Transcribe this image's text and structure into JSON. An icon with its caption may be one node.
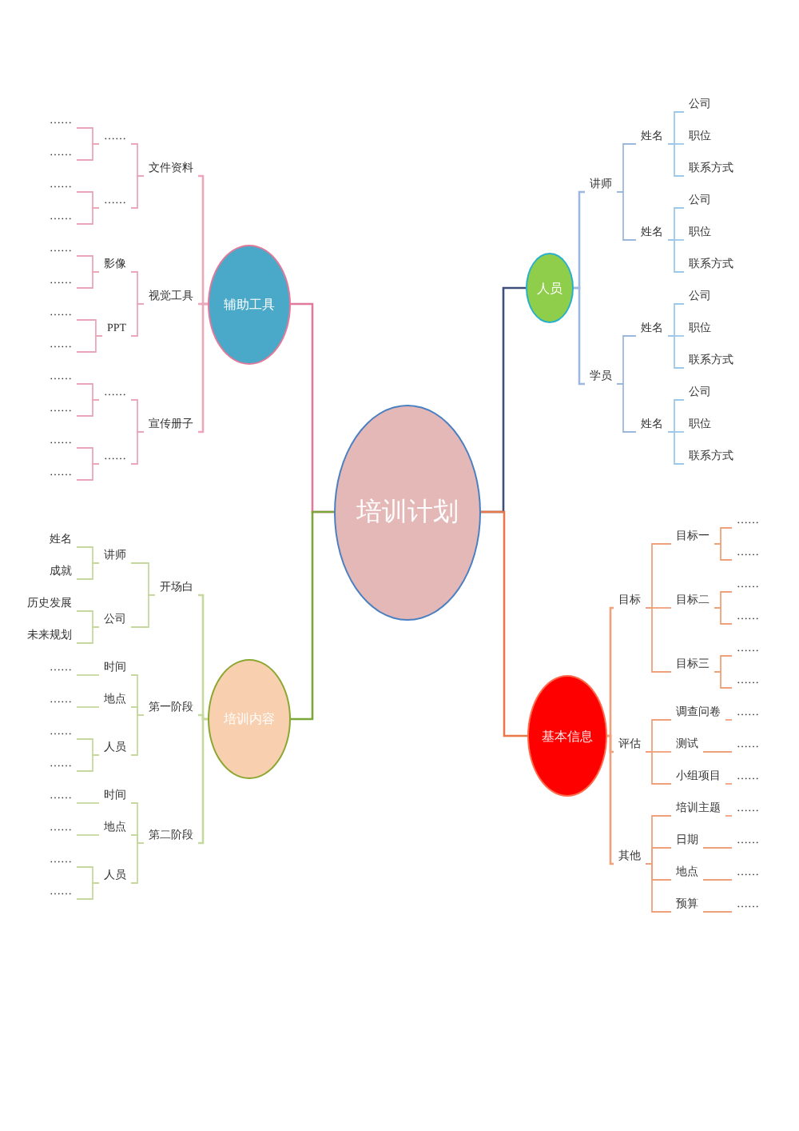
{
  "diagram": {
    "nodes": [
      {
        "text": [
          "培训计划"
        ]
      },
      {
        "text": [
          "辅助工具"
        ]
      },
      {
        "text": [
          "文件资料"
        ]
      },
      {
        "text": [
          "……"
        ]
      },
      {
        "text": [
          "……"
        ]
      },
      {
        "text": [
          "……"
        ]
      },
      {
        "text": [
          "……"
        ]
      },
      {
        "text": [
          "……"
        ]
      },
      {
        "text": [
          "……"
        ]
      },
      {
        "text": [
          "视觉工具"
        ]
      },
      {
        "text": [
          "影像"
        ]
      },
      {
        "text": [
          "……"
        ]
      },
      {
        "text": [
          "……"
        ]
      },
      {
        "text": [
          "PPT"
        ]
      },
      {
        "text": [
          "……"
        ]
      },
      {
        "text": [
          "……"
        ]
      },
      {
        "text": [
          "宣传册子"
        ]
      },
      {
        "text": [
          "……"
        ]
      },
      {
        "text": [
          "……"
        ]
      },
      {
        "text": [
          "……"
        ]
      },
      {
        "text": [
          "……"
        ]
      },
      {
        "text": [
          "……"
        ]
      },
      {
        "text": [
          "……"
        ]
      },
      {
        "text": [
          "人员"
        ]
      },
      {
        "text": [
          "讲师"
        ]
      },
      {
        "text": [
          "姓名"
        ]
      },
      {
        "text": [
          "公司"
        ]
      },
      {
        "text": [
          "职位"
        ]
      },
      {
        "text": [
          "联系方式"
        ]
      },
      {
        "text": [
          "姓名"
        ]
      },
      {
        "text": [
          "公司"
        ]
      },
      {
        "text": [
          "职位"
        ]
      },
      {
        "text": [
          "联系方式"
        ]
      },
      {
        "text": [
          "学员"
        ]
      },
      {
        "text": [
          "姓名"
        ]
      },
      {
        "text": [
          "公司"
        ]
      },
      {
        "text": [
          "职位"
        ]
      },
      {
        "text": [
          "联系方式"
        ]
      },
      {
        "text": [
          "姓名"
        ]
      },
      {
        "text": [
          "公司"
        ]
      },
      {
        "text": [
          "职位"
        ]
      },
      {
        "text": [
          "联系方式"
        ]
      },
      {
        "text": [
          "培训内容"
        ]
      },
      {
        "text": [
          "开场白"
        ]
      },
      {
        "text": [
          "讲师"
        ]
      },
      {
        "text": [
          "姓名"
        ]
      },
      {
        "text": [
          "成就"
        ]
      },
      {
        "text": [
          "公司"
        ]
      },
      {
        "text": [
          "历史发展"
        ]
      },
      {
        "text": [
          "未来规划"
        ]
      },
      {
        "text": [
          "第一阶段"
        ]
      },
      {
        "text": [
          "时间"
        ]
      },
      {
        "text": [
          "……"
        ]
      },
      {
        "text": [
          "地点"
        ]
      },
      {
        "text": [
          "……"
        ]
      },
      {
        "text": [
          "人员"
        ]
      },
      {
        "text": [
          "……"
        ]
      },
      {
        "text": [
          "……"
        ]
      },
      {
        "text": [
          "第二阶段"
        ]
      },
      {
        "text": [
          "时间"
        ]
      },
      {
        "text": [
          "……"
        ]
      },
      {
        "text": [
          "地点"
        ]
      },
      {
        "text": [
          "……"
        ]
      },
      {
        "text": [
          "人员"
        ]
      },
      {
        "text": [
          "……"
        ]
      },
      {
        "text": [
          "……"
        ]
      },
      {
        "text": [
          "基本信息"
        ]
      },
      {
        "text": [
          "目标"
        ]
      },
      {
        "text": [
          "目标一"
        ]
      },
      {
        "text": [
          "……"
        ]
      },
      {
        "text": [
          "……"
        ]
      },
      {
        "text": [
          "目标二"
        ]
      },
      {
        "text": [
          "……"
        ]
      },
      {
        "text": [
          "……"
        ]
      },
      {
        "text": [
          "目标三"
        ]
      },
      {
        "text": [
          "……"
        ]
      },
      {
        "text": [
          "……"
        ]
      },
      {
        "text": [
          "评估"
        ]
      },
      {
        "text": [
          "调查问卷"
        ]
      },
      {
        "text": [
          "……"
        ]
      },
      {
        "text": [
          "测试"
        ]
      },
      {
        "text": [
          "……"
        ]
      },
      {
        "text": [
          "小组项目"
        ]
      },
      {
        "text": [
          "……"
        ]
      },
      {
        "text": [
          "其他"
        ]
      },
      {
        "text": [
          "培训主题"
        ]
      },
      {
        "text": [
          "……"
        ]
      },
      {
        "text": [
          "日期"
        ]
      },
      {
        "text": [
          "……"
        ]
      },
      {
        "text": [
          "地点"
        ]
      },
      {
        "text": [
          "……"
        ]
      },
      {
        "text": [
          "预算"
        ]
      },
      {
        "text": [
          "……"
        ]
      }
    ],
    "edges": [
      {
        "from": 0,
        "to": 1,
        "arrow": "none",
        "color": "#e07a9a"
      },
      {
        "from": 1,
        "to": 2,
        "arrow": "none",
        "color": "#eba6ba"
      },
      {
        "from": 2,
        "to": 3,
        "arrow": "none",
        "color": "#eba6ba"
      },
      {
        "from": 3,
        "to": 4,
        "arrow": "none",
        "color": "#eba6ba"
      },
      {
        "from": 3,
        "to": 5,
        "arrow": "none",
        "color": "#eba6ba"
      },
      {
        "from": 2,
        "to": 6,
        "arrow": "none",
        "color": "#eba6ba"
      },
      {
        "from": 6,
        "to": 7,
        "arrow": "none",
        "color": "#eba6ba"
      },
      {
        "from": 6,
        "to": 8,
        "arrow": "none",
        "color": "#eba6ba"
      },
      {
        "from": 1,
        "to": 9,
        "arrow": "none",
        "color": "#eba6ba"
      },
      {
        "from": 9,
        "to": 10,
        "arrow": "none",
        "color": "#eba6ba"
      },
      {
        "from": 10,
        "to": 11,
        "arrow": "none",
        "color": "#eba6ba"
      },
      {
        "from": 10,
        "to": 12,
        "arrow": "none",
        "color": "#eba6ba"
      },
      {
        "from": 9,
        "to": 13,
        "arrow": "none",
        "color": "#eba6ba"
      },
      {
        "from": 13,
        "to": 14,
        "arrow": "none",
        "color": "#eba6ba"
      },
      {
        "from": 13,
        "to": 15,
        "arrow": "none",
        "color": "#eba6ba"
      },
      {
        "from": 1,
        "to": 16,
        "arrow": "none",
        "color": "#eba6ba"
      },
      {
        "from": 16,
        "to": 17,
        "arrow": "none",
        "color": "#eba6ba"
      },
      {
        "from": 17,
        "to": 18,
        "arrow": "none",
        "color": "#eba6ba"
      },
      {
        "from": 17,
        "to": 19,
        "arrow": "none",
        "color": "#eba6ba"
      },
      {
        "from": 16,
        "to": 20,
        "arrow": "none",
        "color": "#eba6ba"
      },
      {
        "from": 20,
        "to": 21,
        "arrow": "none",
        "color": "#eba6ba"
      },
      {
        "from": 20,
        "to": 22,
        "arrow": "none",
        "color": "#eba6ba"
      },
      {
        "from": 0,
        "to": 23,
        "arrow": "none",
        "color": "#3d4f7a"
      },
      {
        "from": 23,
        "to": 24,
        "arrow": "none",
        "color": "#9cb8dc"
      },
      {
        "from": 24,
        "to": 25,
        "arrow": "none",
        "color": "#9cb8dc"
      },
      {
        "from": 25,
        "to": 26,
        "arrow": "none",
        "color": "#9cc8ec"
      },
      {
        "from": 25,
        "to": 27,
        "arrow": "none",
        "color": "#9cc8ec"
      },
      {
        "from": 25,
        "to": 28,
        "arrow": "none",
        "color": "#9cc8ec"
      },
      {
        "from": 24,
        "to": 29,
        "arrow": "none",
        "color": "#9cb8dc"
      },
      {
        "from": 29,
        "to": 30,
        "arrow": "none",
        "color": "#9cc8ec"
      },
      {
        "from": 29,
        "to": 31,
        "arrow": "none",
        "color": "#9cc8ec"
      },
      {
        "from": 29,
        "to": 32,
        "arrow": "none",
        "color": "#9cc8ec"
      },
      {
        "from": 23,
        "to": 33,
        "arrow": "none",
        "color": "#9cb8dc"
      },
      {
        "from": 33,
        "to": 34,
        "arrow": "none",
        "color": "#9cb8dc"
      },
      {
        "from": 34,
        "to": 35,
        "arrow": "none",
        "color": "#9cc8ec"
      },
      {
        "from": 34,
        "to": 36,
        "arrow": "none",
        "color": "#9cc8ec"
      },
      {
        "from": 34,
        "to": 37,
        "arrow": "none",
        "color": "#9cc8ec"
      },
      {
        "from": 33,
        "to": 38,
        "arrow": "none",
        "color": "#9cb8dc"
      },
      {
        "from": 38,
        "to": 39,
        "arrow": "none",
        "color": "#9cc8ec"
      },
      {
        "from": 38,
        "to": 40,
        "arrow": "none",
        "color": "#9cc8ec"
      },
      {
        "from": 38,
        "to": 41,
        "arrow": "none",
        "color": "#9cc8ec"
      },
      {
        "from": 0,
        "to": 42,
        "arrow": "none",
        "color": "#7aa63a"
      },
      {
        "from": 42,
        "to": 43,
        "arrow": "none",
        "color": "#c5d99e"
      },
      {
        "from": 43,
        "to": 44,
        "arrow": "none",
        "color": "#c5d99e"
      },
      {
        "from": 44,
        "to": 45,
        "arrow": "none",
        "color": "#c5d99e"
      },
      {
        "from": 44,
        "to": 46,
        "arrow": "none",
        "color": "#c5d99e"
      },
      {
        "from": 43,
        "to": 47,
        "arrow": "none",
        "color": "#c5d99e"
      },
      {
        "from": 47,
        "to": 48,
        "arrow": "none",
        "color": "#c5d99e"
      },
      {
        "from": 47,
        "to": 49,
        "arrow": "none",
        "color": "#c5d99e"
      },
      {
        "from": 42,
        "to": 50,
        "arrow": "none",
        "color": "#c5d99e"
      },
      {
        "from": 50,
        "to": 51,
        "arrow": "none",
        "color": "#c5d99e"
      },
      {
        "from": 51,
        "to": 52,
        "arrow": "none",
        "color": "#c5d99e"
      },
      {
        "from": 50,
        "to": 53,
        "arrow": "none",
        "color": "#c5d99e"
      },
      {
        "from": 53,
        "to": 54,
        "arrow": "none",
        "color": "#c5d99e"
      },
      {
        "from": 50,
        "to": 55,
        "arrow": "none",
        "color": "#c5d99e"
      },
      {
        "from": 55,
        "to": 56,
        "arrow": "none",
        "color": "#c5d99e"
      },
      {
        "from": 55,
        "to": 57,
        "arrow": "none",
        "color": "#c5d99e"
      },
      {
        "from": 42,
        "to": 58,
        "arrow": "none",
        "color": "#c5d99e"
      },
      {
        "from": 58,
        "to": 59,
        "arrow": "none",
        "color": "#c5d99e"
      },
      {
        "from": 59,
        "to": 60,
        "arrow": "none",
        "color": "#c5d99e"
      },
      {
        "from": 58,
        "to": 61,
        "arrow": "none",
        "color": "#c5d99e"
      },
      {
        "from": 61,
        "to": 62,
        "arrow": "none",
        "color": "#c5d99e"
      },
      {
        "from": 58,
        "to": 63,
        "arrow": "none",
        "color": "#c5d99e"
      },
      {
        "from": 63,
        "to": 64,
        "arrow": "none",
        "color": "#c5d99e"
      },
      {
        "from": 63,
        "to": 65,
        "arrow": "none",
        "color": "#c5d99e"
      },
      {
        "from": 0,
        "to": 66,
        "arrow": "none",
        "color": "#e8774a"
      },
      {
        "from": 66,
        "to": 67,
        "arrow": "none",
        "color": "#f0a07a"
      },
      {
        "from": 67,
        "to": 68,
        "arrow": "none",
        "color": "#f0a07a"
      },
      {
        "from": 68,
        "to": 69,
        "arrow": "none",
        "color": "#f0a07a"
      },
      {
        "from": 68,
        "to": 70,
        "arrow": "none",
        "color": "#f0a07a"
      },
      {
        "from": 67,
        "to": 71,
        "arrow": "none",
        "color": "#f0a07a"
      },
      {
        "from": 71,
        "to": 72,
        "arrow": "none",
        "color": "#f0a07a"
      },
      {
        "from": 71,
        "to": 73,
        "arrow": "none",
        "color": "#f0a07a"
      },
      {
        "from": 67,
        "to": 74,
        "arrow": "none",
        "color": "#f0a07a"
      },
      {
        "from": 74,
        "to": 75,
        "arrow": "none",
        "color": "#f0a07a"
      },
      {
        "from": 74,
        "to": 76,
        "arrow": "none",
        "color": "#f0a07a"
      },
      {
        "from": 66,
        "to": 77,
        "arrow": "none",
        "color": "#f0a07a"
      },
      {
        "from": 77,
        "to": 78,
        "arrow": "none",
        "color": "#f0a07a"
      },
      {
        "from": 78,
        "to": 79,
        "arrow": "none",
        "color": "#f0a07a"
      },
      {
        "from": 77,
        "to": 80,
        "arrow": "none",
        "color": "#f0a07a"
      },
      {
        "from": 80,
        "to": 81,
        "arrow": "none",
        "color": "#f0a07a"
      },
      {
        "from": 77,
        "to": 82,
        "arrow": "none",
        "color": "#f0a07a"
      },
      {
        "from": 82,
        "to": 83,
        "arrow": "none",
        "color": "#f0a07a"
      },
      {
        "from": 66,
        "to": 84,
        "arrow": "none",
        "color": "#f0a07a"
      },
      {
        "from": 84,
        "to": 85,
        "arrow": "none",
        "color": "#f0a07a"
      },
      {
        "from": 85,
        "to": 86,
        "arrow": "none",
        "color": "#f0a07a"
      },
      {
        "from": 84,
        "to": 87,
        "arrow": "none",
        "color": "#f0a07a"
      },
      {
        "from": 87,
        "to": 88,
        "arrow": "none",
        "color": "#f0a07a"
      },
      {
        "from": 84,
        "to": 89,
        "arrow": "none",
        "color": "#f0a07a"
      },
      {
        "from": 89,
        "to": 90,
        "arrow": "none",
        "color": "#f0a07a"
      },
      {
        "from": 84,
        "to": 91,
        "arrow": "none",
        "color": "#f0a07a"
      },
      {
        "from": 91,
        "to": 92,
        "arrow": "none",
        "color": "#f0a07a"
      }
    ]
  }
}
